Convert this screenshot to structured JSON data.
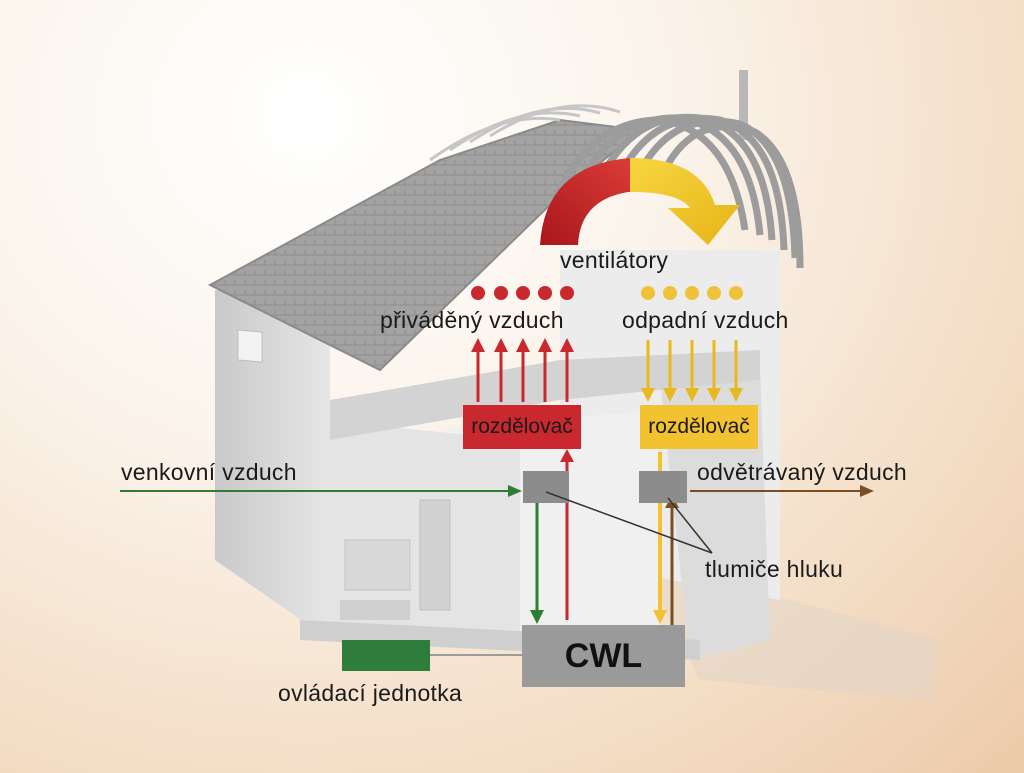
{
  "labels": {
    "fans": "ventilátory",
    "supply_air": "přiváděný vzduch",
    "exhaust_air": "odpadní vzduch",
    "distributor_left": "rozdělovač",
    "distributor_right": "rozdělovač",
    "outdoor_air": "venkovní vzduch",
    "vented_air": "odvětrávaný vzduch",
    "silencers": "tlumiče hluku",
    "unit": "CWL",
    "control_unit": "ovládací jednotka"
  },
  "colors": {
    "supply": "#c8282e",
    "exhaust": "#f2c230",
    "outdoor": "#2e7d32",
    "vented": "#7a4e22",
    "control_box": "#2f7d3a",
    "unit_box": "#9a9a9a",
    "silencer": "#8c8c8c"
  },
  "icons": {
    "fan_arrow_supply": "curved-arrow-red",
    "fan_arrow_exhaust": "curved-arrow-yellow"
  }
}
